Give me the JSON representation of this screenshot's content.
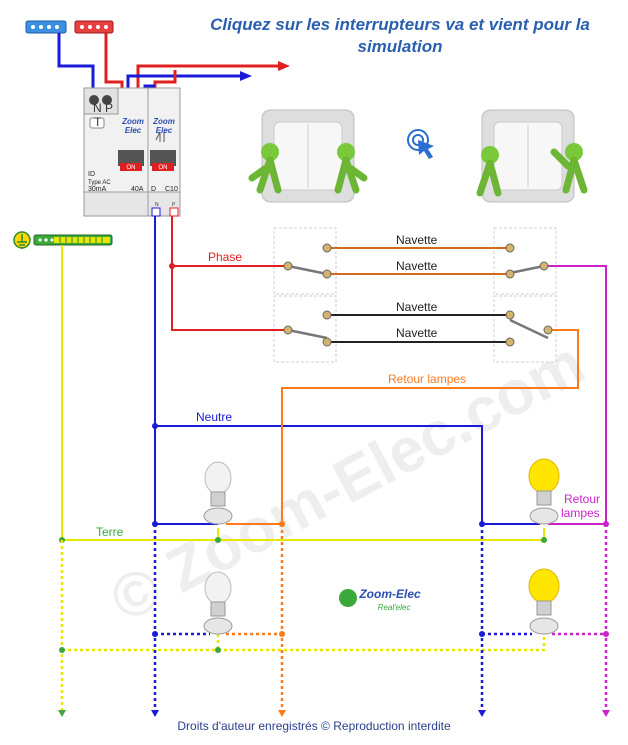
{
  "title": "Cliquez sur les interrupteurs va et vient pour la simulation",
  "footer": "Droits d'auteur enregistrés © Reproduction interdite",
  "labels": {
    "phase": "Phase",
    "navette": "Navette",
    "retour_lampes": "Retour lampes",
    "neutre": "Neutre",
    "terre": "Terre",
    "retour": "Retour",
    "lampes": "lampes"
  },
  "breaker_id": {
    "brand_line1": "Zoom",
    "brand_line2": "Elec",
    "id_label": "ID",
    "type_label": "Type AC",
    "sensitivity": "30mA",
    "rating": "40A",
    "on_label": "ON",
    "n_label": "N",
    "p_label": "P",
    "t_label": "T"
  },
  "breaker_c10": {
    "brand_line1": "Zoom",
    "brand_line2": "Elec",
    "on_label": "ON",
    "rating": "C10",
    "d_label": "D",
    "n_label": "N",
    "p_label": "P"
  },
  "logo": {
    "line1": "Zoom-Elec",
    "line2": "Real'elec"
  },
  "watermark": "© Zoom-Elec.com",
  "colors": {
    "phase": "#e02020",
    "neutre": "#1a1ad8",
    "navette": "#d2691e",
    "retour": "#ff7a1a",
    "retour_b": "#cc22cc",
    "terre": "#e6e600",
    "terre_green": "#2faa2a",
    "title": "#2a5fb0"
  }
}
